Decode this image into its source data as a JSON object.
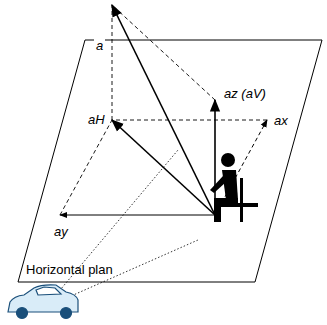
{
  "diagram": {
    "labels": [
      "a",
      "az (aV)",
      "aH",
      "ax",
      "ay",
      "Horizontal plan"
    ]
  }
}
